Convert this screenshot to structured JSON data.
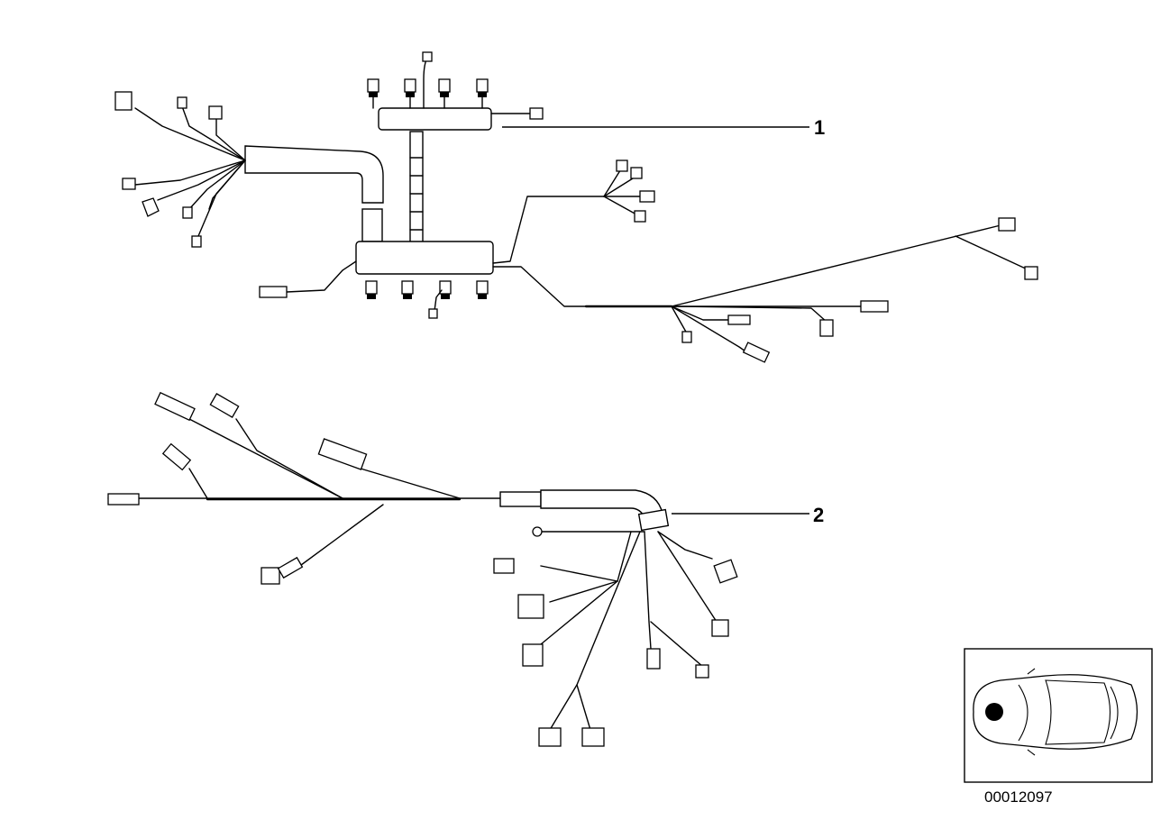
{
  "callouts": [
    {
      "number": "1"
    },
    {
      "number": "2"
    }
  ],
  "part_code": "00012097",
  "icons": {
    "vehicle_location": "car-top-view-icon",
    "location_marker": "dot-marker-icon"
  }
}
